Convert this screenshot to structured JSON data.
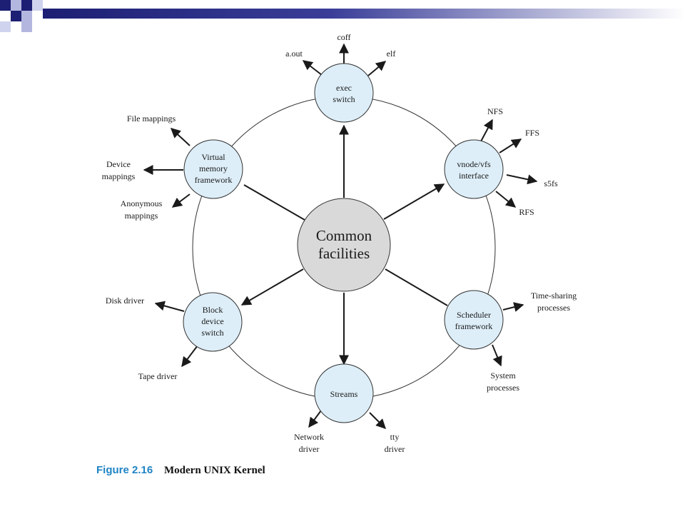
{
  "hub": {
    "line1": "Common",
    "line2": "facilities"
  },
  "nodes": {
    "exec": {
      "l1": "exec",
      "l2": "switch"
    },
    "vnode": {
      "l1": "vnode/vfs",
      "l2": "interface"
    },
    "scheduler": {
      "l1": "Scheduler",
      "l2": "framework"
    },
    "streams": {
      "l1": "Streams"
    },
    "block": {
      "l1": "Block",
      "l2": "device",
      "l3": "switch"
    },
    "vm": {
      "l1": "Virtual",
      "l2": "memory",
      "l3": "framework"
    }
  },
  "leaves": {
    "coff": "coff",
    "aout": "a.out",
    "elf": "elf",
    "nfs": "NFS",
    "ffs": "FFS",
    "s5fs": "s5fs",
    "rfs": "RFS",
    "timesharing": {
      "l1": "Time-sharing",
      "l2": "processes"
    },
    "system": {
      "l1": "System",
      "l2": "processes"
    },
    "network": {
      "l1": "Network",
      "l2": "driver"
    },
    "tty": {
      "l1": "tty",
      "l2": "driver"
    },
    "disk": "Disk driver",
    "tape": "Tape driver",
    "filemap": "File mappings",
    "devicemap": {
      "l1": "Device",
      "l2": "mappings"
    },
    "anonmap": {
      "l1": "Anonymous",
      "l2": "mappings"
    }
  },
  "caption": {
    "number": "Figure 2.16",
    "title": "Modern UNIX Kernel"
  },
  "colors": {
    "hub_fill": "#d9d9d9",
    "node_fill": "#ddeef8",
    "caption_blue": "#1f84c4",
    "deco_navy": "#1c1f73",
    "deco_lavender": "#b3b7e0"
  }
}
